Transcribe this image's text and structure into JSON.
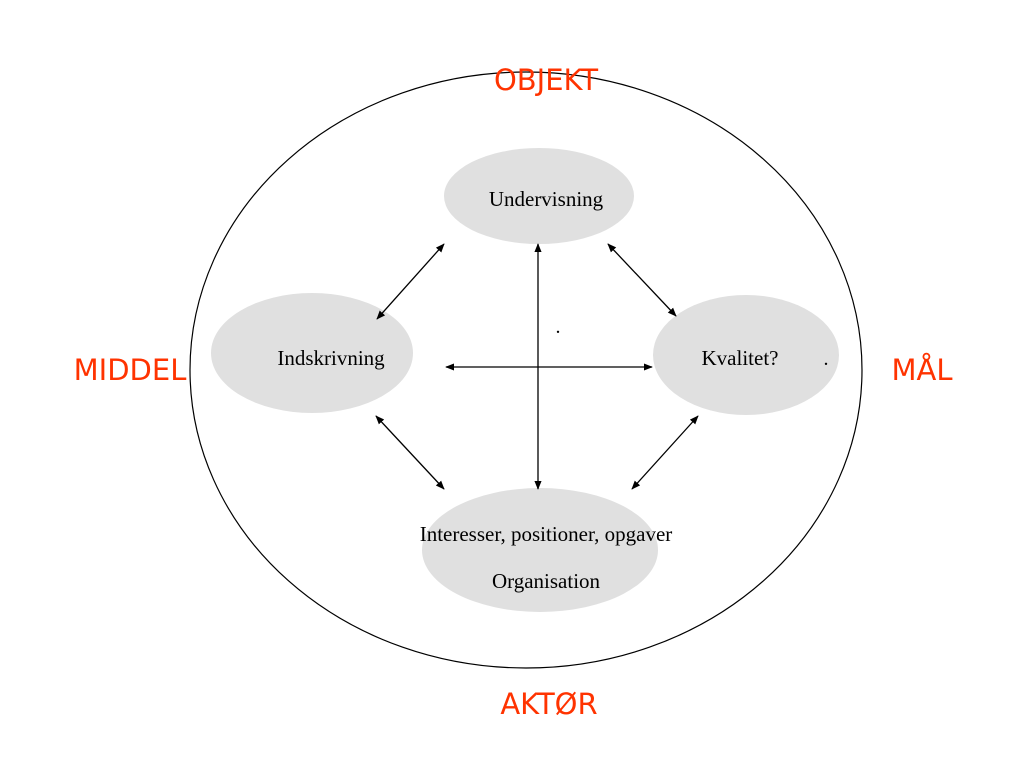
{
  "labels": {
    "top": "OBJEKT",
    "left": "MIDDEL",
    "right": "MÅL",
    "bottom": "AKTØR"
  },
  "nodes": {
    "top": "Undervisning",
    "left": "Indskrivning",
    "right": "Kvalitet?",
    "bottom_line1": "Interesser, positioner, opgaver",
    "bottom_line2": "Organisation"
  },
  "stray_marks": {
    "center": ".",
    "right": "."
  },
  "colors": {
    "label_accent": "#ff3300",
    "node_fill": "#e0e0e0",
    "line": "#000000"
  }
}
